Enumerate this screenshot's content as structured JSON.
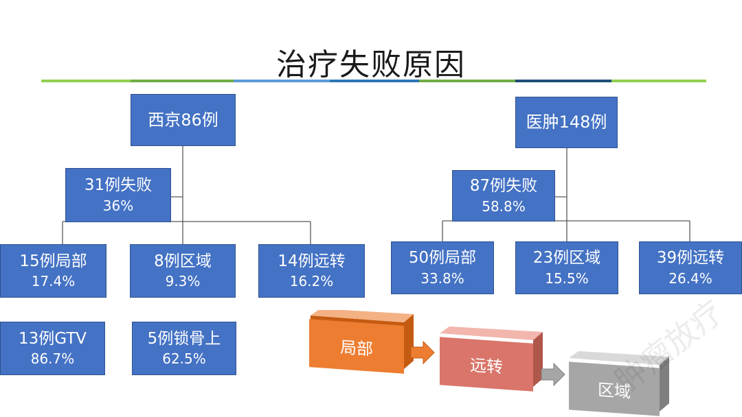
{
  "title": "治疗失败原因",
  "left_tree": {
    "root": {
      "line1": "西京86例"
    },
    "fail": {
      "line1": "31例失败",
      "line2": "36%"
    },
    "children": [
      {
        "line1": "15例局部",
        "line2": "17.4%"
      },
      {
        "line1": "8例区域",
        "line2": "9.3%"
      },
      {
        "line1": "14例远转",
        "line2": "16.2%"
      }
    ],
    "sub": [
      {
        "line1": "13例GTV",
        "line2": "86.7%"
      },
      {
        "line1": "5例锁骨上",
        "line2": "62.5%"
      }
    ]
  },
  "right_tree": {
    "root": {
      "line1": "医肿148例"
    },
    "fail": {
      "line1": "87例失败",
      "line2": "58.8%"
    },
    "children": [
      {
        "line1": "50例局部",
        "line2": "33.8%"
      },
      {
        "line1": "23例区域",
        "line2": "15.5%"
      },
      {
        "line1": "39例远转",
        "line2": "26.4%"
      }
    ]
  },
  "flow": [
    {
      "label": "局部",
      "color": "#ed7d31"
    },
    {
      "label": "远转",
      "color": "#d9756a"
    },
    {
      "label": "区域",
      "color": "#a6a6a6"
    }
  ],
  "colors": {
    "node_fill": "#4472c4",
    "node_border": "#2f528f",
    "connector": "#595959"
  },
  "watermark": "肿瘤放疗"
}
